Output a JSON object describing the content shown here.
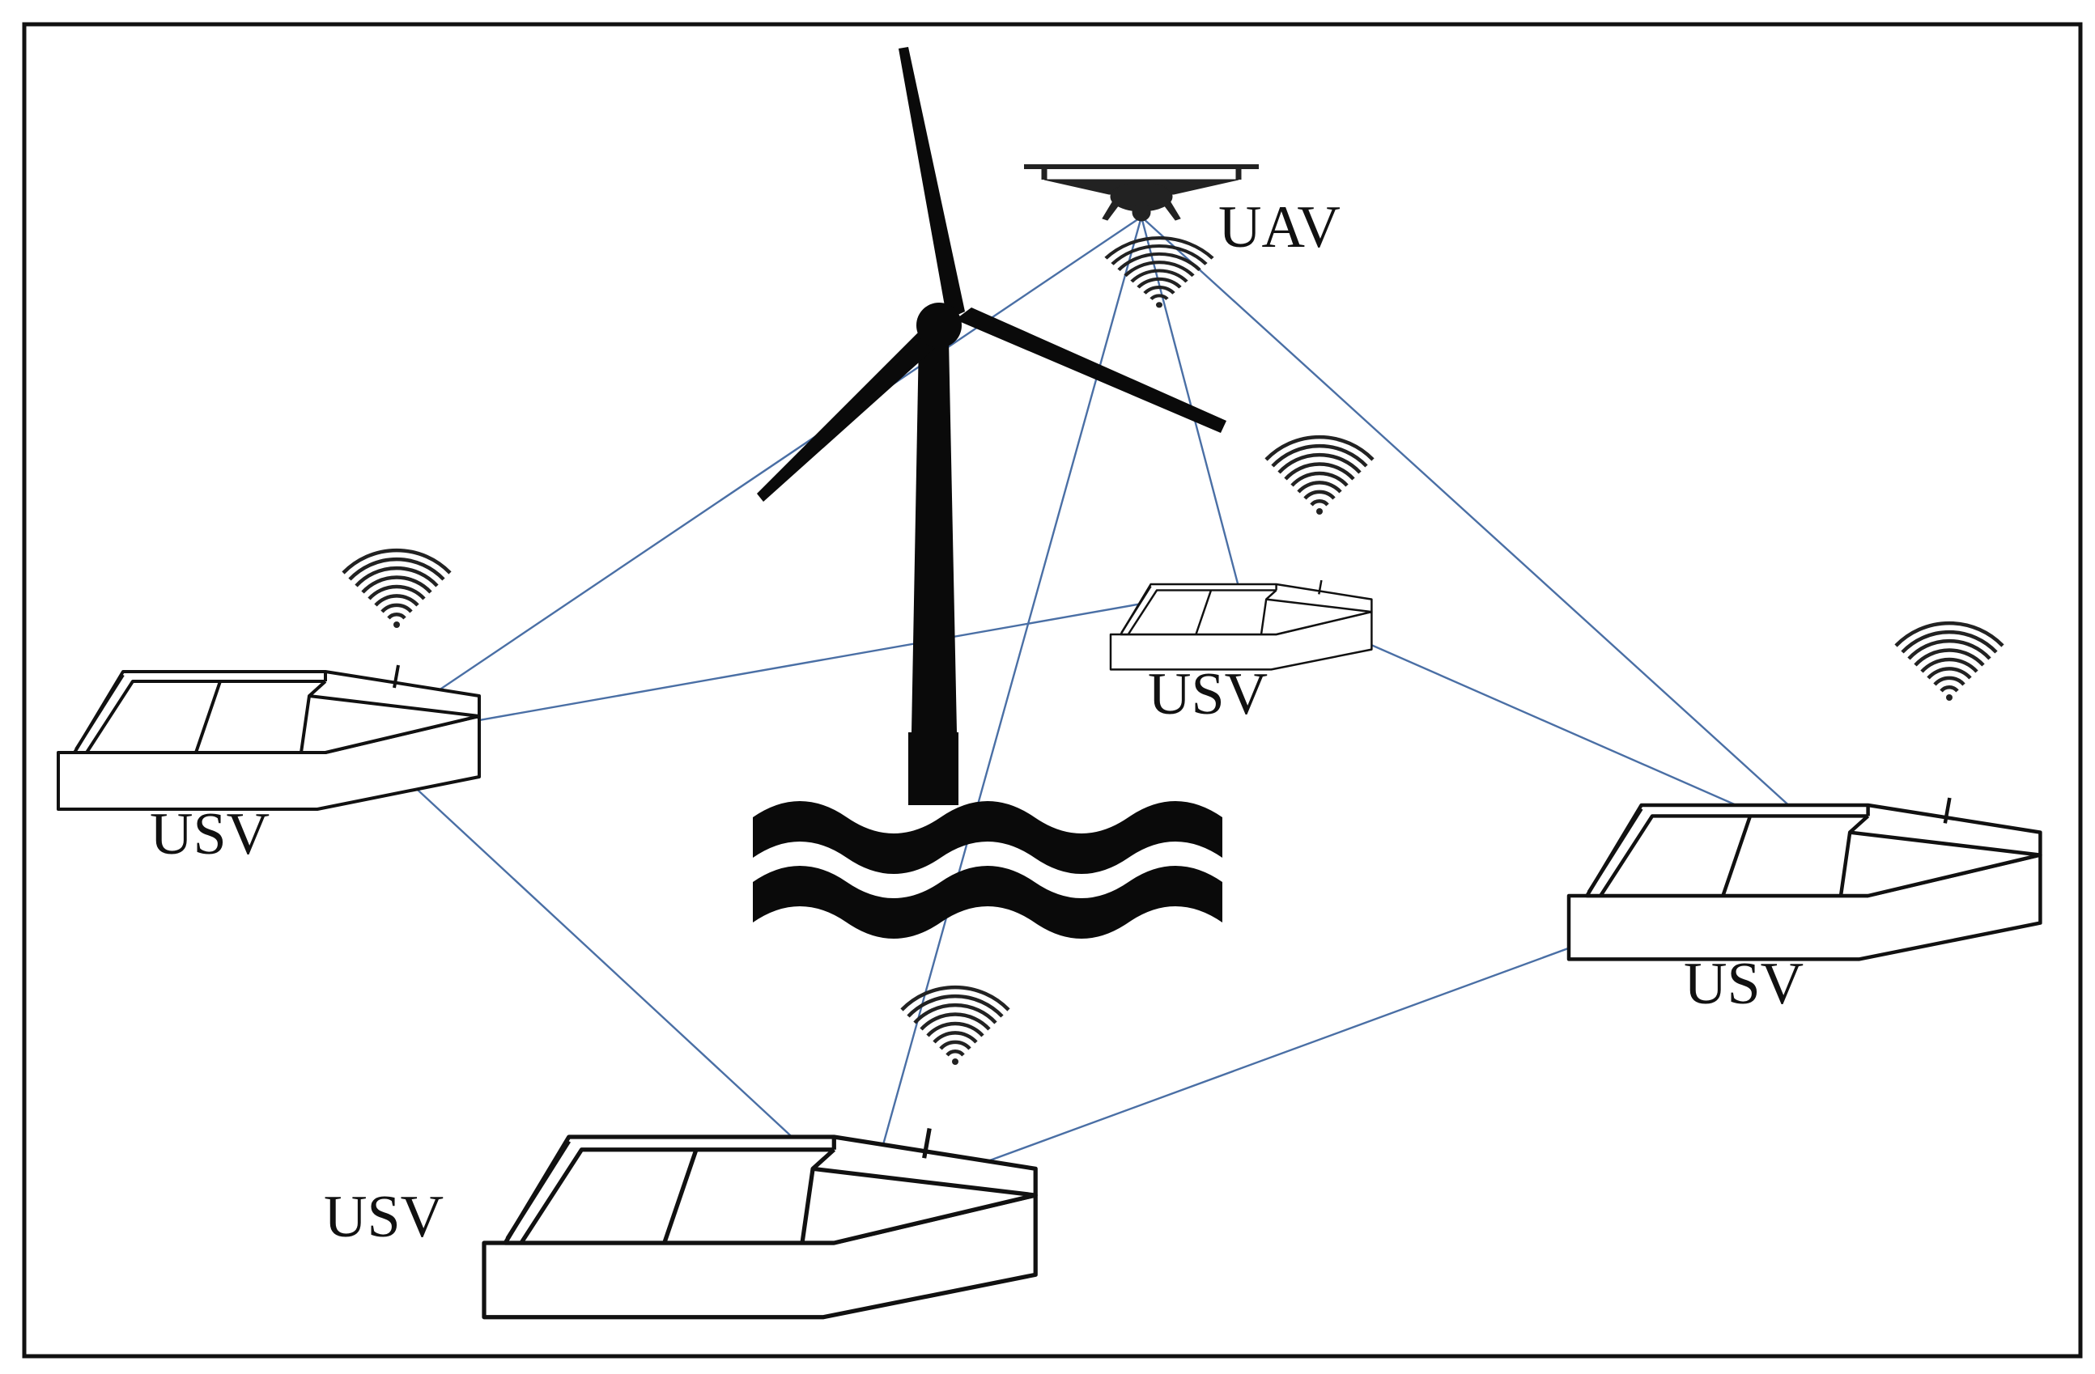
{
  "diagram": {
    "nodes": {
      "uav": {
        "label": "UAV"
      },
      "usv_left": {
        "label": "USV"
      },
      "usv_center": {
        "label": "USV"
      },
      "usv_right": {
        "label": "USV"
      },
      "usv_bottom": {
        "label": "USV"
      }
    },
    "links": [
      [
        "uav",
        "usv_left"
      ],
      [
        "uav",
        "usv_center"
      ],
      [
        "uav",
        "usv_right"
      ],
      [
        "uav",
        "usv_bottom"
      ],
      [
        "usv_left",
        "usv_center"
      ],
      [
        "usv_left",
        "usv_bottom"
      ],
      [
        "usv_center",
        "usv_right"
      ],
      [
        "usv_right",
        "usv_bottom"
      ]
    ],
    "icons": [
      "wind-turbine-icon",
      "drone-icon",
      "boat-icon",
      "wifi-signal-icon",
      "waves-icon"
    ],
    "colors": {
      "link": "#4a6fa5",
      "ink": "#111111",
      "frame": "#111111",
      "background": "#ffffff"
    }
  }
}
